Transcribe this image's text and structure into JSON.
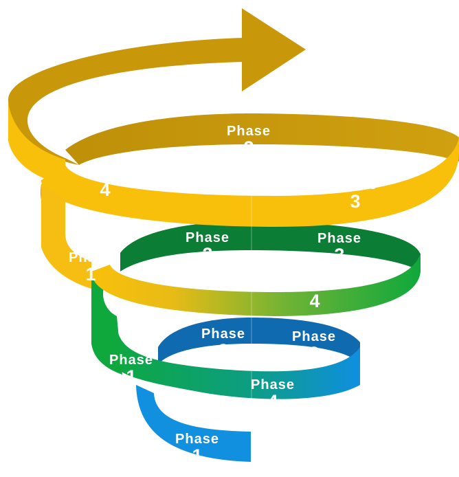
{
  "colors": {
    "gold": "#F9C00B",
    "gold_dark": "#C9980A",
    "green": "#0FA83C",
    "green_dark": "#0B7D35",
    "blue": "#0F8FE0",
    "blue_dark": "#106AB0"
  },
  "labels": [
    {
      "id": "top-phase-2",
      "word": "Phase",
      "number": "2"
    },
    {
      "id": "top-phase-4",
      "word": "Phase",
      "number": "4"
    },
    {
      "id": "top-phase-3",
      "word": "Phase",
      "number": "3"
    },
    {
      "id": "top-phase-1",
      "word": "Phase",
      "number": "1"
    },
    {
      "id": "mid-phase-2",
      "word": "Phase",
      "number": "2"
    },
    {
      "id": "mid-phase-3",
      "word": "Phase",
      "number": "3"
    },
    {
      "id": "mid-phase-4",
      "word": "Phase",
      "number": "4"
    },
    {
      "id": "mid-phase-1",
      "word": "Phase",
      "number": "1"
    },
    {
      "id": "low-phase-2",
      "word": "Phase",
      "number": "2"
    },
    {
      "id": "low-phase-3",
      "word": "Phase",
      "number": "3"
    },
    {
      "id": "low-phase-4",
      "word": "Phase",
      "number": "4"
    },
    {
      "id": "bottom-phase-1",
      "word": "Phase",
      "number": "1"
    }
  ]
}
